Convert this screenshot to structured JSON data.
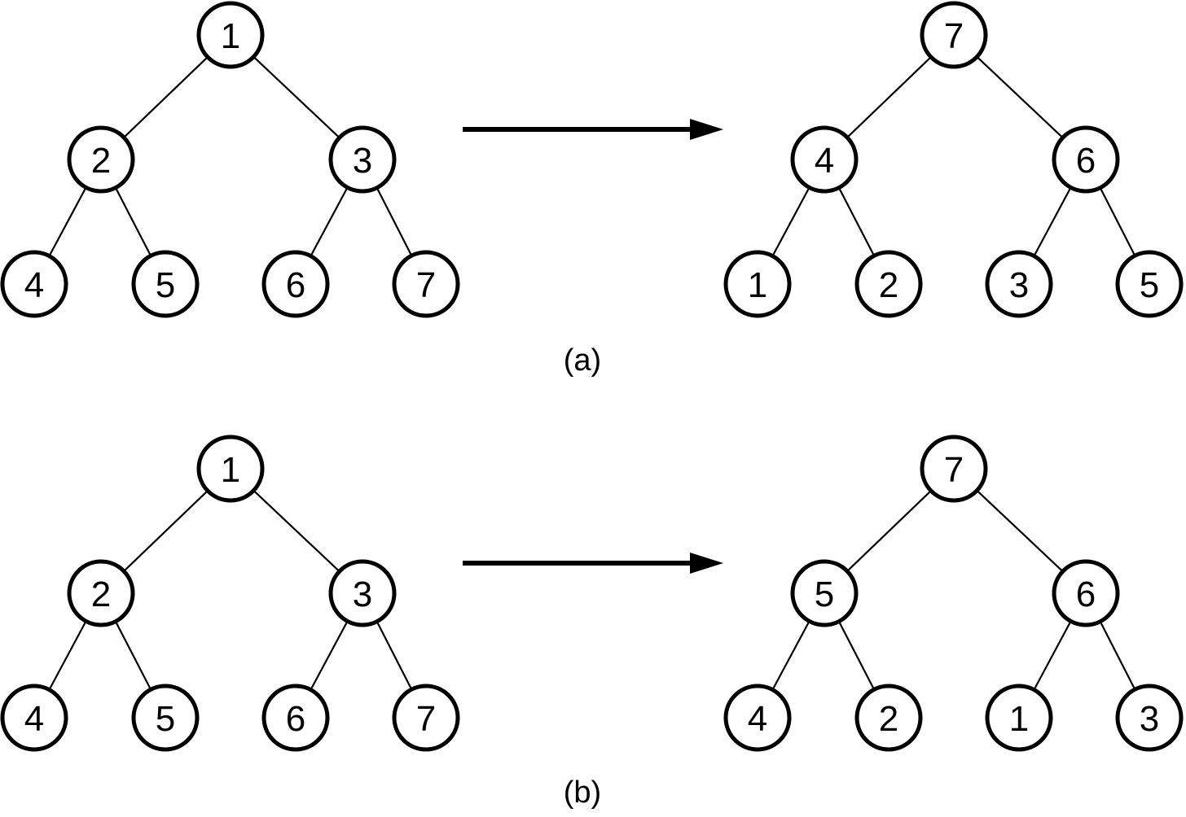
{
  "figure": {
    "background": "#ffffff",
    "stroke_color": "#000000",
    "description": "binary-tree-transformation-diagram",
    "panels": [
      {
        "caption": "(a)",
        "arrow": "right-arrow",
        "trees": [
          {
            "name": "before",
            "levels": [
              [
                "1"
              ],
              [
                "2",
                "3"
              ],
              [
                "4",
                "5",
                "6",
                "7"
              ]
            ]
          },
          {
            "name": "after",
            "levels": [
              [
                "7"
              ],
              [
                "4",
                "6"
              ],
              [
                "1",
                "2",
                "3",
                "5"
              ]
            ]
          }
        ]
      },
      {
        "caption": "(b)",
        "arrow": "right-arrow",
        "trees": [
          {
            "name": "before",
            "levels": [
              [
                "1"
              ],
              [
                "2",
                "3"
              ],
              [
                "4",
                "5",
                "6",
                "7"
              ]
            ]
          },
          {
            "name": "after",
            "levels": [
              [
                "7"
              ],
              [
                "5",
                "6"
              ],
              [
                "4",
                "2",
                "1",
                "3"
              ]
            ]
          }
        ]
      }
    ]
  }
}
